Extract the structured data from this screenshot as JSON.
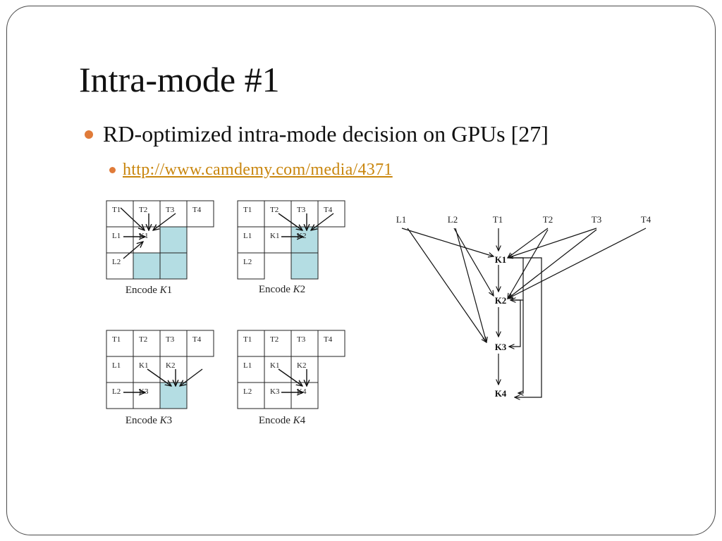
{
  "slide": {
    "title": "Intra-mode #1",
    "bullet": "RD-optimized intra-mode decision on GPUs [27]",
    "link": "http://www.camdemy.com/media/4371"
  },
  "accent_colors": {
    "bullet_dot": "#e07b39",
    "link": "#c9860e",
    "shade": "#b4dde3"
  },
  "grids": [
    {
      "caption_prefix": "Encode ",
      "caption_var": "K",
      "caption_num": "1",
      "rows": [
        [
          "T1",
          "T2",
          "T3",
          "T4"
        ],
        [
          "L1",
          "K1"
        ],
        [
          "L2"
        ]
      ]
    },
    {
      "caption_prefix": "Encode ",
      "caption_var": "K",
      "caption_num": "2",
      "rows": [
        [
          "T1",
          "T2",
          "T3",
          "T4"
        ],
        [
          "L1",
          "K1",
          "K2"
        ],
        [
          "L2"
        ]
      ]
    },
    {
      "caption_prefix": "Encode ",
      "caption_var": "K",
      "caption_num": "3",
      "rows": [
        [
          "T1",
          "T2",
          "T3",
          "T4"
        ],
        [
          "L1",
          "K1",
          "K2"
        ],
        [
          "L2",
          "K3"
        ]
      ]
    },
    {
      "caption_prefix": "Encode ",
      "caption_var": "K",
      "caption_num": "4",
      "rows": [
        [
          "T1",
          "T2",
          "T3",
          "T4"
        ],
        [
          "L1",
          "K1",
          "K2"
        ],
        [
          "L2",
          "K3",
          "K4"
        ]
      ]
    }
  ],
  "graph": {
    "sources": [
      "L1",
      "L2",
      "T1",
      "T2",
      "T3",
      "T4"
    ],
    "chain": [
      "K1",
      "K2",
      "K3",
      "K4"
    ]
  }
}
